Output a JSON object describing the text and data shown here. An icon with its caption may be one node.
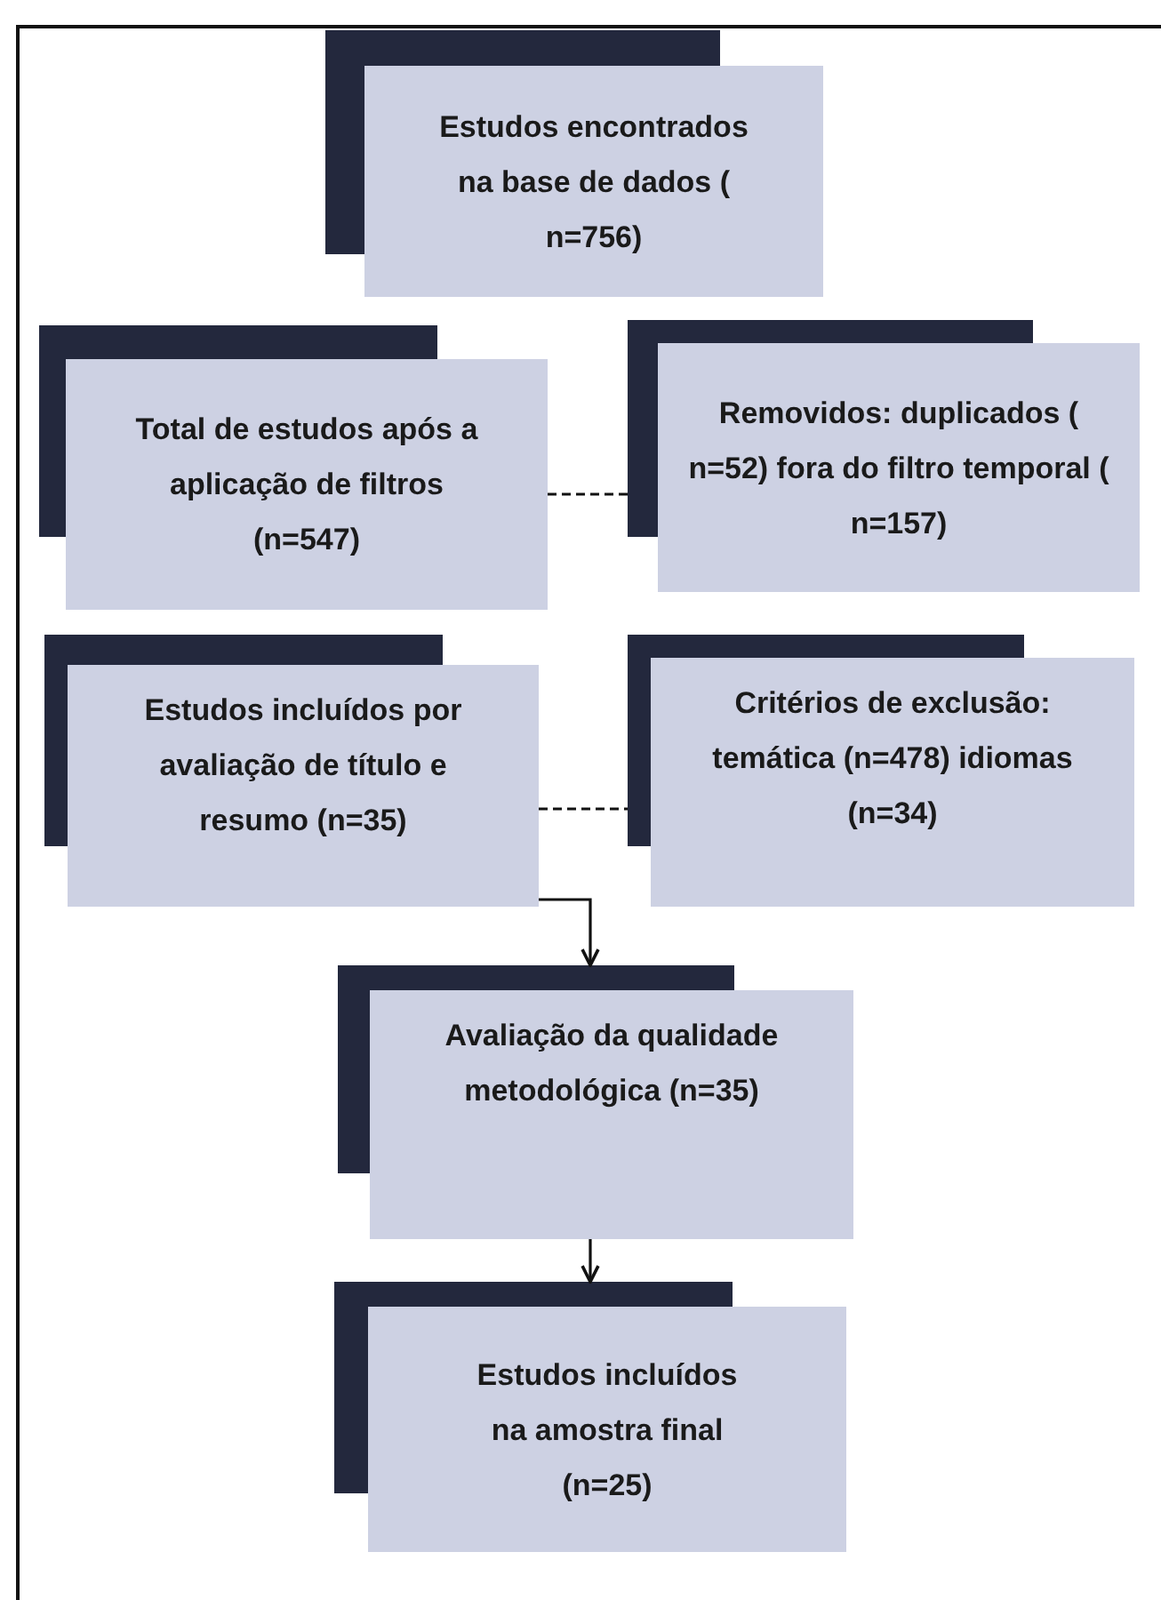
{
  "diagram": {
    "nodes": [
      {
        "text": [
          "Estudos encontrados na base de dados ( n=756)"
        ]
      },
      {
        "text": [
          "Total de estudos após a aplicação de filtros (n=547)"
        ]
      },
      {
        "text": [
          "Removidos: duplicados ( n=52) fora do filtro temporal ( n=157)"
        ]
      },
      {
        "text": [
          "Estudos incluídos por avaliação de título e resumo (n=35)"
        ]
      },
      {
        "text": [
          "Critérios de exclusão: temática (n=478) idiomas (n=34)"
        ]
      },
      {
        "text": [
          "Avaliação da qualidade metodológica (n=35)"
        ]
      },
      {
        "text": [
          "Estudos incluídos na amostra final (n=25)"
        ]
      }
    ],
    "edges": [
      {
        "from": 1,
        "to": 2,
        "arrow": "none",
        "style": "dashed"
      },
      {
        "from": 3,
        "to": 4,
        "arrow": "none",
        "style": "dashed"
      },
      {
        "from": 3,
        "to": 5,
        "arrow": "to"
      },
      {
        "from": 5,
        "to": 6,
        "arrow": "to"
      }
    ]
  }
}
